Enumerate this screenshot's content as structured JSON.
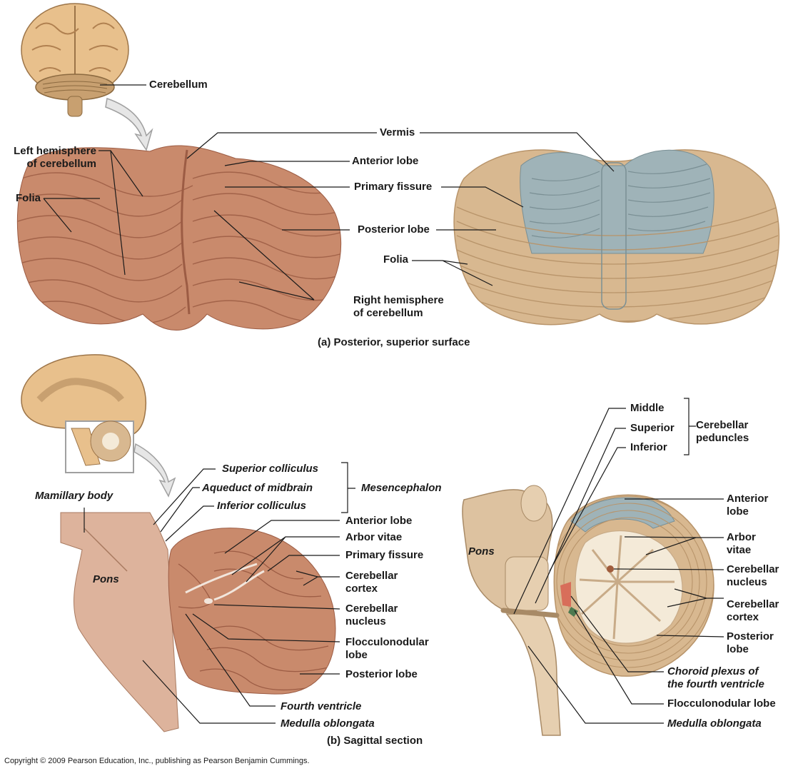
{
  "top": {
    "cerebellum": "Cerebellum",
    "vermis": "Vermis",
    "left_hemisphere": [
      "Left hemisphere",
      "of cerebellum"
    ],
    "anterior_lobe": "Anterior lobe",
    "folia_left": "Folia",
    "primary_fissure": "Primary fissure",
    "posterior_lobe": "Posterior lobe",
    "folia_right": "Folia",
    "right_hemisphere": [
      "Right hemisphere",
      "of cerebellum"
    ],
    "caption": "(a) Posterior, superior surface"
  },
  "bottom_left": {
    "superior_colliculus": "Superior colliculus",
    "aqueduct": "Aqueduct of midbrain",
    "inferior_colliculus": "Inferior colliculus",
    "mesencephalon": "Mesencephalon",
    "mamillary_body": "Mamillary body",
    "pons": "Pons",
    "anterior_lobe": "Anterior lobe",
    "arbor_vitae": "Arbor vitae",
    "primary_fissure": "Primary fissure",
    "cerebellar_cortex": [
      "Cerebellar",
      "cortex"
    ],
    "cerebellar_nucleus": [
      "Cerebellar",
      "nucleus"
    ],
    "flocculonodular_lobe": [
      "Flocculonodular",
      "lobe"
    ],
    "posterior_lobe": "Posterior lobe",
    "fourth_ventricle": "Fourth ventricle",
    "medulla_oblongata": "Medulla oblongata",
    "caption": "(b) Sagittal section"
  },
  "bottom_right": {
    "middle": "Middle",
    "superior": "Superior",
    "inferior": "Inferior",
    "cerebellar_peduncles": [
      "Cerebellar",
      "peduncles"
    ],
    "pons": "Pons",
    "anterior_lobe": [
      "Anterior",
      "lobe"
    ],
    "arbor_vitae": [
      "Arbor",
      "vitae"
    ],
    "cerebellar_nucleus": [
      "Cerebellar",
      "nucleus"
    ],
    "cerebellar_cortex": [
      "Cerebellar",
      "cortex"
    ],
    "posterior_lobe": [
      "Posterior",
      "lobe"
    ],
    "choroid_plexus": [
      "Choroid plexus of",
      "the fourth ventricle"
    ],
    "flocculonodular_lobe": "Flocculonodular lobe",
    "medulla_oblongata": "Medulla oblongata"
  },
  "copyright": "Copyright © 2009 Pearson Education, Inc., publishing as Pearson Benjamin Cummings.",
  "colors": {
    "photo_tissue": "#c98a6c",
    "photo_dark": "#9c5c44",
    "illus_tan": "#d8b890",
    "illus_tan_dark": "#b8946a",
    "illus_blue": "#9fb3b8",
    "white_matter": "#f4ead8",
    "sagittal_photo": "#ddb39c",
    "leader_line": "#1a1a1a"
  }
}
